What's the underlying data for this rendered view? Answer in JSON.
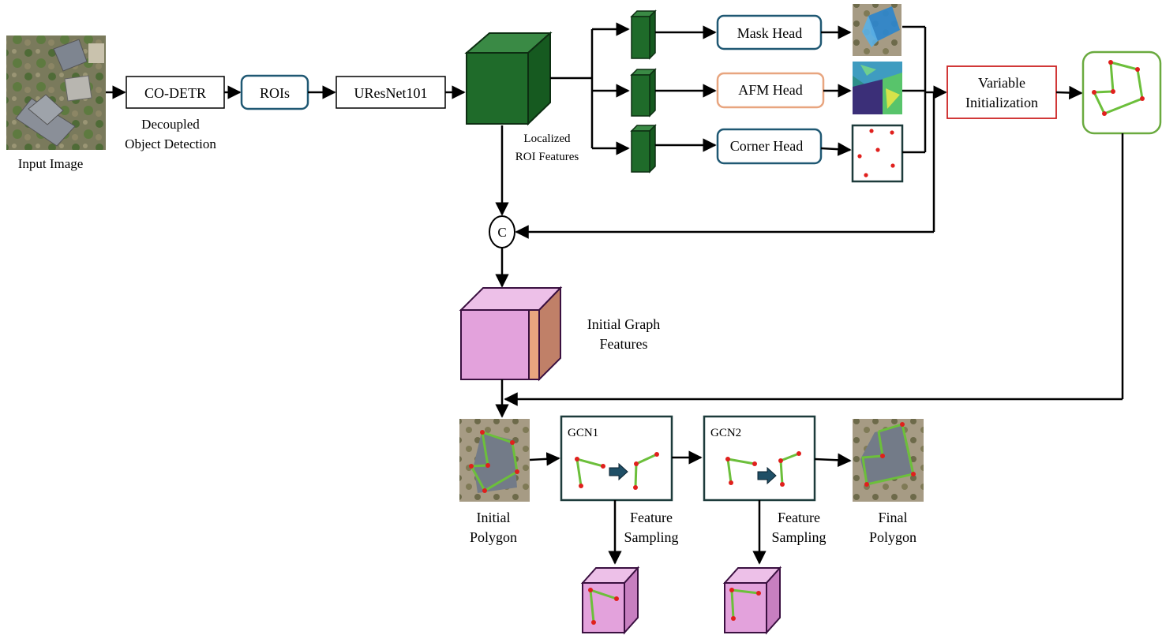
{
  "input": {
    "caption": "Input Image"
  },
  "detector": {
    "label": "CO-DETR",
    "caption_line1": "Decoupled",
    "caption_line2": "Object Detection"
  },
  "rois": {
    "label": "ROIs"
  },
  "backbone": {
    "label": "UResNet101"
  },
  "roi_features": {
    "caption_line1": "Localized",
    "caption_line2": "ROI Features"
  },
  "heads": {
    "mask": {
      "label": "Mask Head"
    },
    "afm": {
      "label": "AFM Head"
    },
    "corner": {
      "label": "Corner Head"
    }
  },
  "variable_init": {
    "line1": "Variable",
    "line2": "Initialization"
  },
  "concat": {
    "symbol": "C"
  },
  "graph_features": {
    "line1": "Initial Graph",
    "line2": "Features"
  },
  "initial_polygon": {
    "line1": "Initial",
    "line2": "Polygon"
  },
  "gcn1": {
    "label": "GCN1",
    "caption_line1": "Feature",
    "caption_line2": "Sampling"
  },
  "gcn2": {
    "label": "GCN2",
    "caption_line1": "Feature",
    "caption_line2": "Sampling"
  },
  "final_polygon": {
    "line1": "Final",
    "line2": "Polygon"
  },
  "colors": {
    "head_box_border": "#1f5873",
    "afm_box_border": "#e8a57f",
    "variable_init_border": "#cc2222",
    "polygon_frame": "#6aaa3f",
    "roi_feature_cube": "#1f6b2a",
    "graph_feature_cube": "#e3a2dc",
    "polygon_edge": "#6cbf3b",
    "vertex": "#e0201d"
  }
}
